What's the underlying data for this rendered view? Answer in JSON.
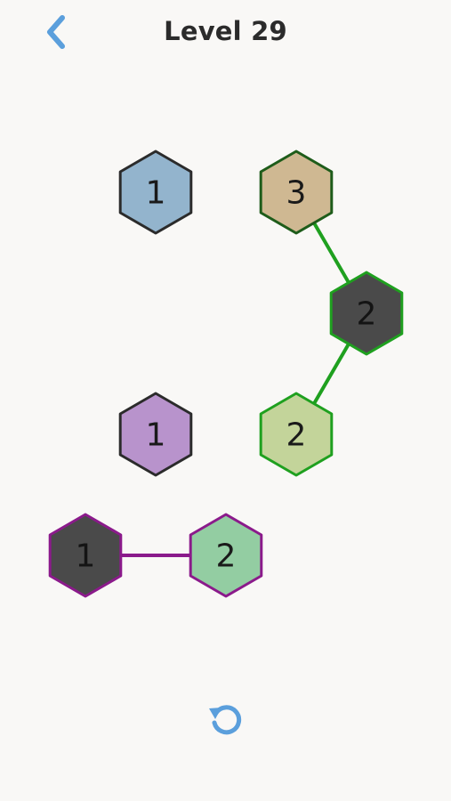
{
  "header": {
    "title": "Level 29",
    "accent_color": "#5b9fdc"
  },
  "board": {
    "tiles": [
      {
        "id": "t1",
        "label": "1",
        "fill": "#93b4cd",
        "stroke": "#2b2b2b",
        "text_color": "#1a1a1a",
        "col": 1,
        "row": 0
      },
      {
        "id": "t2",
        "label": "3",
        "fill": "#cfb892",
        "stroke": "#1e5c1a",
        "text_color": "#1a1a1a",
        "col": 3,
        "row": 0
      },
      {
        "id": "t3",
        "label": "2",
        "fill": "#4a4a4a",
        "stroke": "#1fa01f",
        "text_color": "#141414",
        "col": 4,
        "row": 1
      },
      {
        "id": "t4",
        "label": "1",
        "fill": "#b893cc",
        "stroke": "#2b2b2b",
        "text_color": "#1a1a1a",
        "col": 1,
        "row": 2
      },
      {
        "id": "t5",
        "label": "2",
        "fill": "#c3d49a",
        "stroke": "#1fa01f",
        "text_color": "#1a1a1a",
        "col": 3,
        "row": 2
      },
      {
        "id": "t6",
        "label": "1",
        "fill": "#4a4a4a",
        "stroke": "#8b1a8b",
        "text_color": "#141414",
        "col": 0,
        "row": 3
      },
      {
        "id": "t7",
        "label": "2",
        "fill": "#93cda2",
        "stroke": "#8b1a8b",
        "text_color": "#1a1a1a",
        "col": 2,
        "row": 3
      }
    ],
    "links": [
      {
        "from": "t2",
        "to": "t3",
        "color": "#1fa01f"
      },
      {
        "from": "t3",
        "to": "t5",
        "color": "#1fa01f"
      },
      {
        "from": "t6",
        "to": "t7",
        "color": "#8b1a8b"
      }
    ]
  },
  "controls": {
    "back_icon": "chevron-left-icon",
    "restart_icon": "restart-icon"
  }
}
